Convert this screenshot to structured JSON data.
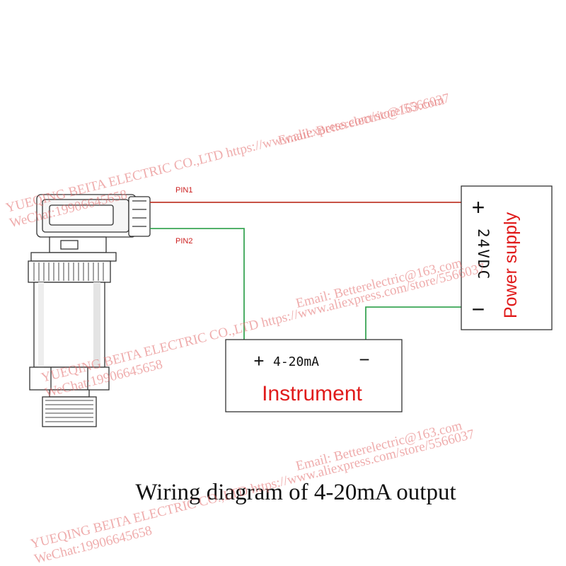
{
  "labels": {
    "pin1": "PIN1",
    "pin2": "PIN2",
    "plus": "+",
    "minus": "−",
    "voltage": "24VDC",
    "power_supply": "Power supply",
    "current_range": "4-20mA",
    "instrument": "Instrument",
    "caption": "Wiring diagram of 4-20mA output"
  },
  "watermark": {
    "company_line": "YUEQING BEITA ELECTRIC CO.,LTD https://www.aliexpress.com/store/5566037",
    "wechat_line": "WeChat:19906645658",
    "email_line": "Email: Betterelectric@163.com"
  },
  "colors": {
    "wire_pin1": "#c0392b",
    "wire_pin2": "#3aa655",
    "wire_ground": "#3aa655",
    "label_red": "#e01b1b",
    "watermark": "#e26a6a"
  }
}
